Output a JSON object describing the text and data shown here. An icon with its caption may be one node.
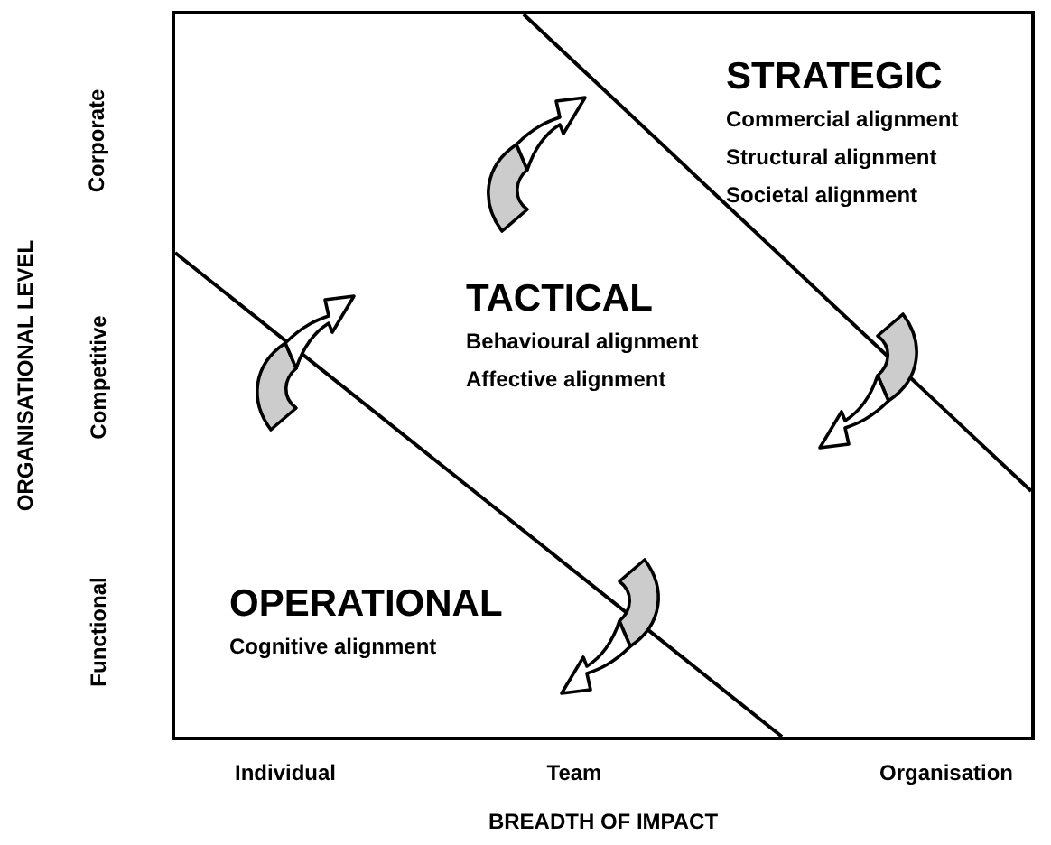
{
  "diagram": {
    "nodes": [
      {
        "text": [
          "STRATEGIC",
          "Commercial alignment",
          "Structural alignment",
          "Societal alignment"
        ]
      },
      {
        "text": [
          "TACTICAL",
          "Behavioural alignment",
          "Affective alignment"
        ]
      },
      {
        "text": [
          "OPERATIONAL",
          "Cognitive alignment"
        ]
      }
    ],
    "labels": [
      "ORGANISATIONAL LEVEL",
      "Corporate",
      "Competitive",
      "Functional",
      "Individual",
      "Team",
      "Organisation",
      "BREADTH OF IMPACT"
    ]
  }
}
